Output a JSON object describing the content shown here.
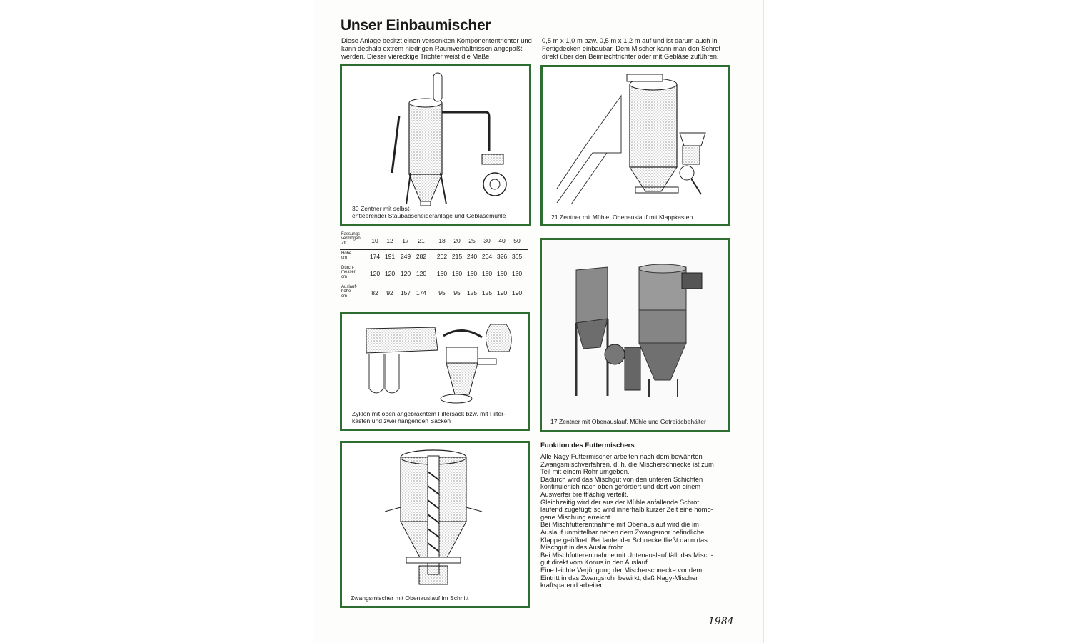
{
  "title": "Unser Einbaumischer",
  "intro": {
    "left": "Diese Anlage besitzt einen versenkten Komponententrichter und kann deshalb extrem niedrigen Raumverhältnissen angepaßt werden. Dieser viereckige Trichter weist die Maße",
    "right": "0,5 m x 1,0 m bzw. 0,5 m x 1,2 m auf und ist darum auch in Fertigdecken einbaubar. Dem Mischer kann man den Schrot direkt über den Beimischtrichter oder mit Gebläse zuführen."
  },
  "figures": {
    "fig1": "30 Zentner mit selbst-\nentleerender Staubabscheideranlage und Gebläsemühle",
    "fig2": "21 Zentner mit Mühle, Obenauslauf mit Klappkasten",
    "fig3": "Zyklon mit oben angebrachtem Filtersack bzw. mit Filter-\nkasten und zwei hängenden Säcken",
    "fig4": "17 Zentner mit Obenauslauf, Mühle und Getreidebehälter",
    "fig5": "Zwangsmischer mit Obenauslauf im Schnitt"
  },
  "table": {
    "rows": [
      {
        "label": "Fassungs-\nvermögen\nZtr.",
        "values": [
          "10",
          "12",
          "17",
          "21",
          "18",
          "20",
          "25",
          "30",
          "40",
          "50"
        ]
      },
      {
        "label": "Höhe\ncm",
        "values": [
          "174",
          "191",
          "249",
          "282",
          "202",
          "215",
          "240",
          "264",
          "326",
          "365"
        ]
      },
      {
        "label": "Durch-\nmesser\ncm",
        "values": [
          "120",
          "120",
          "120",
          "120",
          "160",
          "160",
          "160",
          "160",
          "160",
          "160"
        ]
      },
      {
        "label": "Auslauf-\nhöhe\ncm",
        "values": [
          "82",
          "92",
          "157",
          "174",
          "95",
          "95",
          "125",
          "125",
          "190",
          "190"
        ]
      }
    ]
  },
  "function": {
    "heading": "Funktion des Futtermischers",
    "text": "Alle Nagy Futtermischer arbeiten nach dem bewährten\nZwangsmischverfahren, d. h. die Mischerschnecke ist zum\nTeil mit einem Rohr umgeben.\nDadurch wird das Mischgut von den unteren Schichten\nkontinuierlich nach oben gefördert und dort von einem\nAuswerfer breitflächig verteilt.\nGleichzeitig wird der aus der Mühle anfallende Schrot\nlaufend zugefügt; so wird innerhalb kurzer Zeit eine homo-\ngene Mischung erreicht.\nBei Mischfutterentnahme mit Obenauslauf wird die im\nAuslauf unmittelbar neben dem Zwangsrohr befindliche\nKlappe geöffnet. Bei laufender Schnecke fließt dann das\nMischgut in das Auslaufrohr.\nBei Mischfutterentnahme mit Untenauslauf fällt das Misch-\ngut direkt vom Konus in den Auslauf.\nEine leichte Verjüngung der Mischerschnecke vor dem\nEintritt in das Zwangsrohr bewirkt, daß Nagy-Mischer\nkraftsparend arbeiten."
  },
  "year": "1984",
  "colors": {
    "frame": "#2f6e31",
    "ink": "#1a1a1a"
  }
}
